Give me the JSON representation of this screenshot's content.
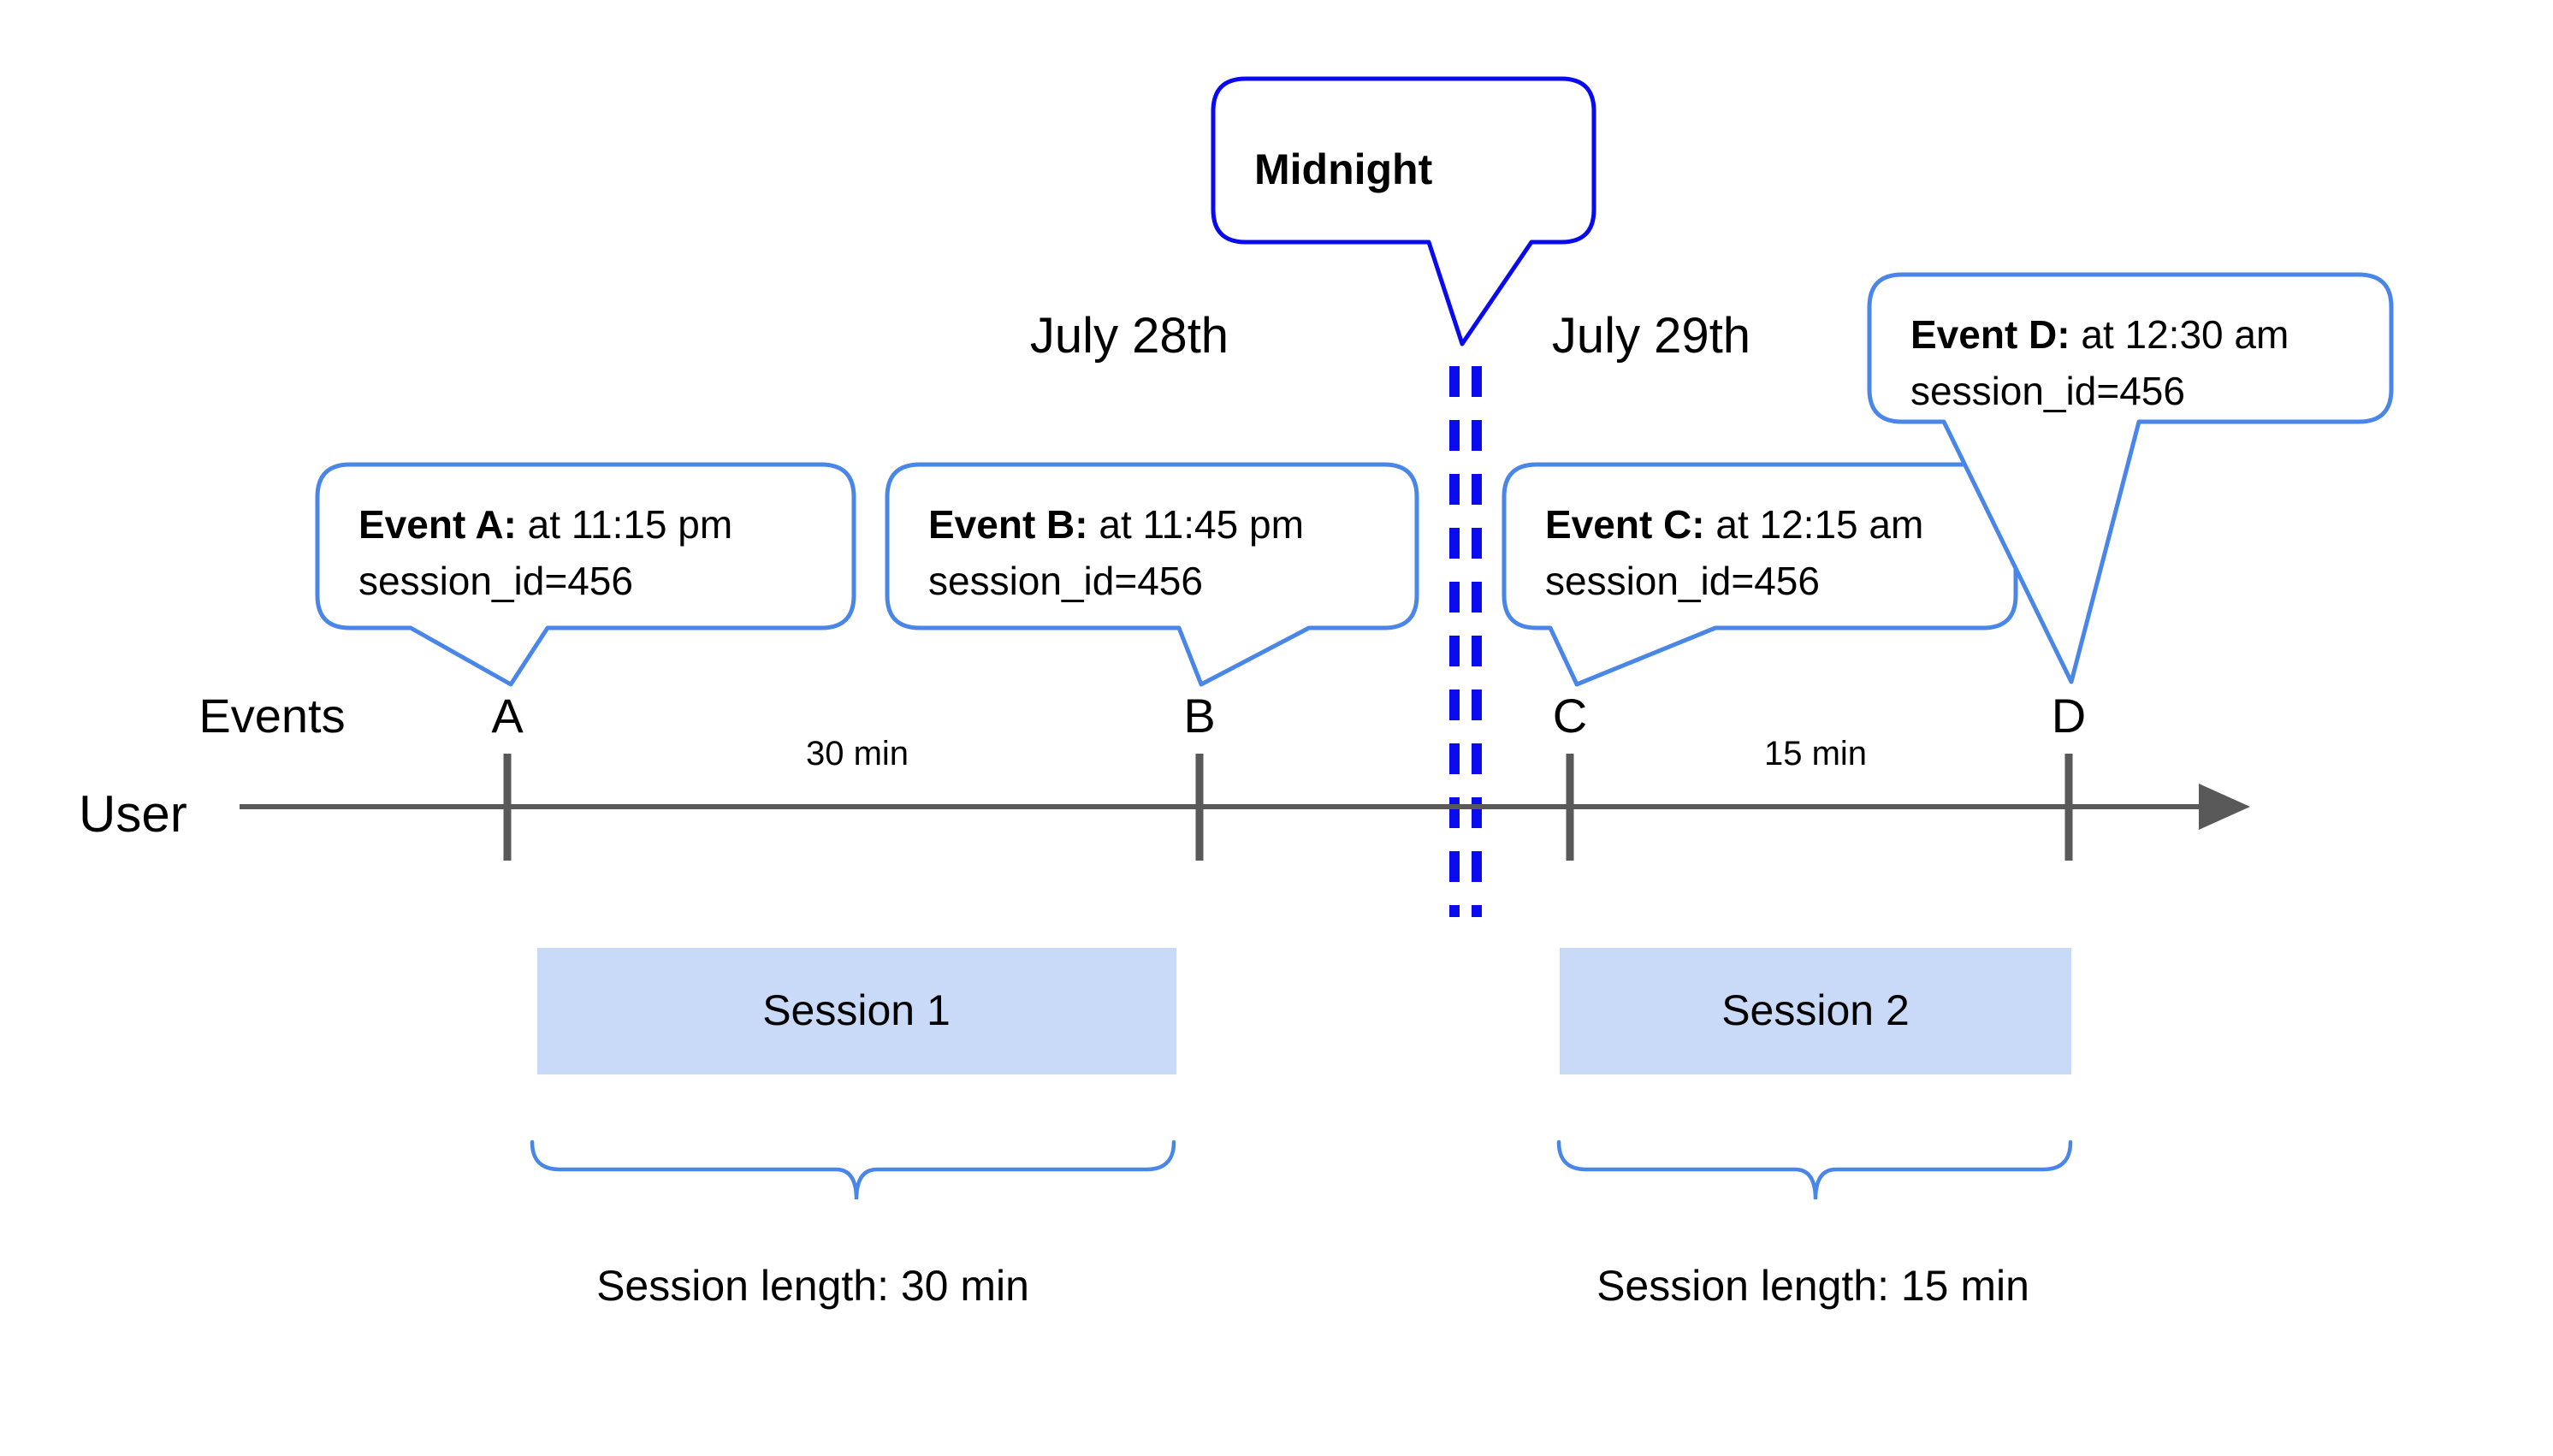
{
  "midnight_callout": {
    "label": "Midnight"
  },
  "dates": {
    "before": "July 28th",
    "after": "July 29th"
  },
  "axis": {
    "events_label": "Events",
    "user_label": "User"
  },
  "gaps": {
    "ab": "30 min",
    "cd": "15 min"
  },
  "events": [
    {
      "letter": "A",
      "callout_bold": "Event A:",
      "callout_time": " at 11:15 pm",
      "callout_session": "session_id=456"
    },
    {
      "letter": "B",
      "callout_bold": "Event B:",
      "callout_time": " at 11:45 pm",
      "callout_session": "session_id=456"
    },
    {
      "letter": "C",
      "callout_bold": "Event C:",
      "callout_time": " at 12:15 am",
      "callout_session": "session_id=456"
    },
    {
      "letter": "D",
      "callout_bold": "Event D:",
      "callout_time": " at 12:30 am",
      "callout_session": "session_id=456"
    }
  ],
  "sessions": [
    {
      "label": "Session 1",
      "length": "Session length: 30 min"
    },
    {
      "label": "Session 2",
      "length": "Session length: 15 min"
    }
  ],
  "colors": {
    "callout_border": "#4a86e8",
    "midnight_border": "#0a0aee",
    "dashed_line": "#0b0bf0",
    "session_fill": "#c9daf8",
    "timeline": "#595959",
    "text": "#000000"
  }
}
